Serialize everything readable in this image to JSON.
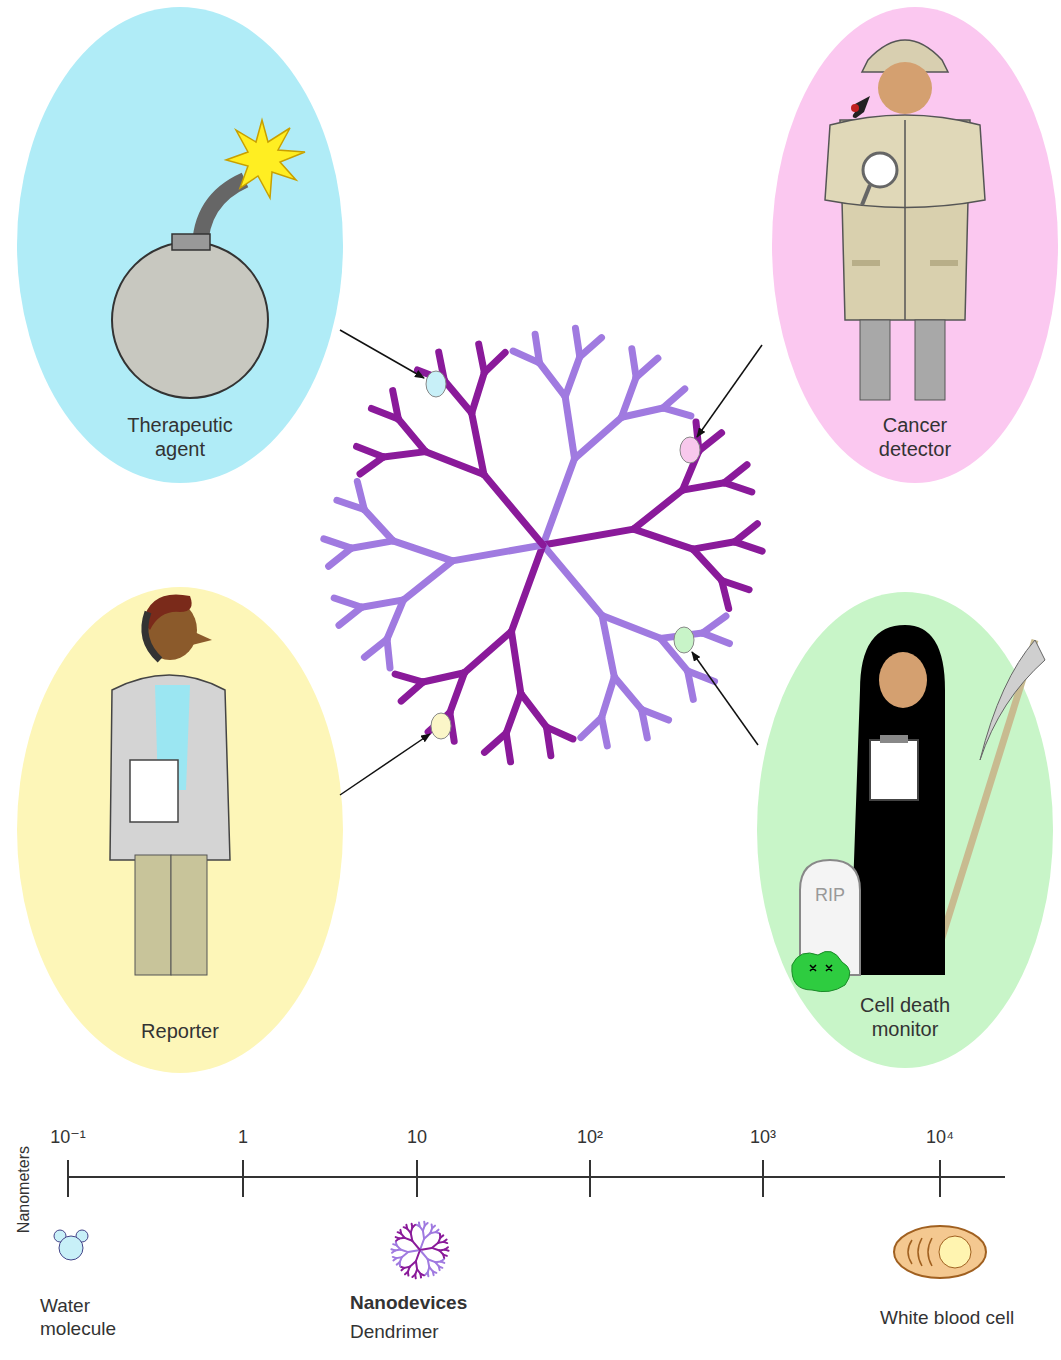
{
  "diagram": {
    "nodes": [
      {
        "text": [
          "Therapeutic agent"
        ]
      },
      {
        "text": [
          "Cancer detector"
        ]
      },
      {
        "text": [
          "Reporter"
        ]
      },
      {
        "text": [
          "Cell death monitor"
        ]
      }
    ],
    "labels": [
      "RIP",
      "Nanometers",
      "10⁻¹",
      "1",
      "10",
      "10²",
      "10³",
      "10⁴",
      "Water molecule",
      "Nanodevices",
      "Dendrimer",
      "White blood cell"
    ]
  }
}
